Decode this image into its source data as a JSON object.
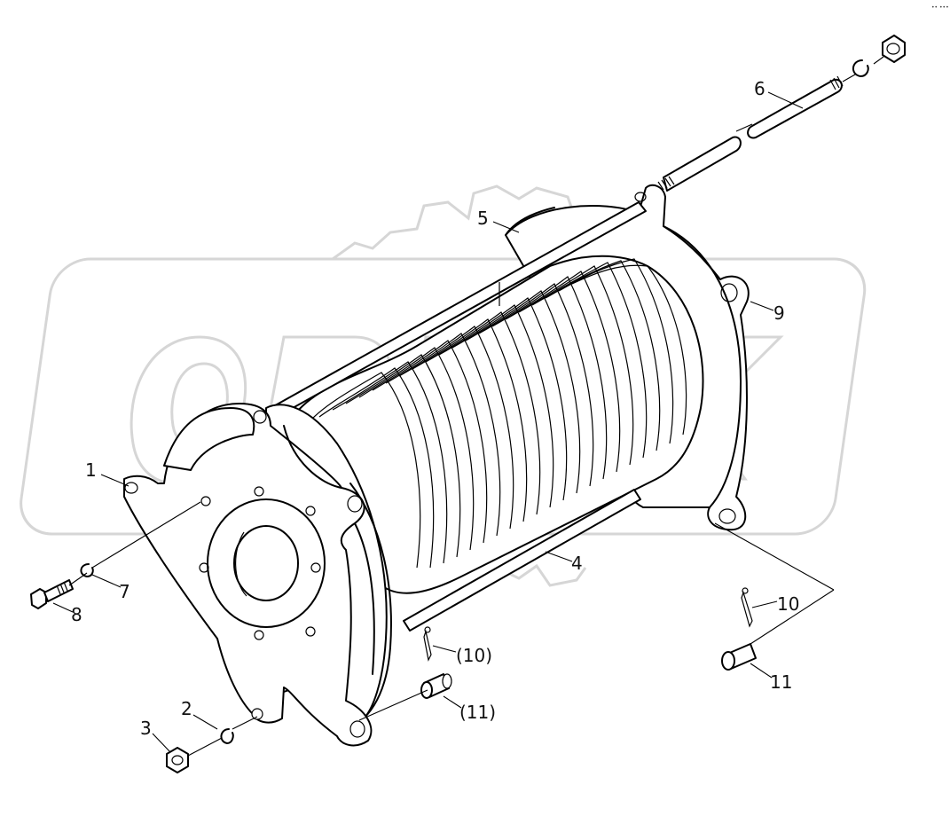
{
  "diagram": {
    "type": "exploded parts diagram",
    "watermark": "OPEX",
    "corner_mark": "•• •••",
    "callouts": [
      {
        "id": "c1",
        "label": "1"
      },
      {
        "id": "c2",
        "label": "2"
      },
      {
        "id": "c3",
        "label": "3"
      },
      {
        "id": "c4",
        "label": "4"
      },
      {
        "id": "c5",
        "label": "5"
      },
      {
        "id": "c6",
        "label": "6"
      },
      {
        "id": "c7",
        "label": "7"
      },
      {
        "id": "c8",
        "label": "8"
      },
      {
        "id": "c9",
        "label": "9"
      },
      {
        "id": "c10a",
        "label": "(10)"
      },
      {
        "id": "c10b",
        "label": "10"
      },
      {
        "id": "c11a",
        "label": "(11)"
      },
      {
        "id": "c11b",
        "label": "11"
      }
    ]
  }
}
